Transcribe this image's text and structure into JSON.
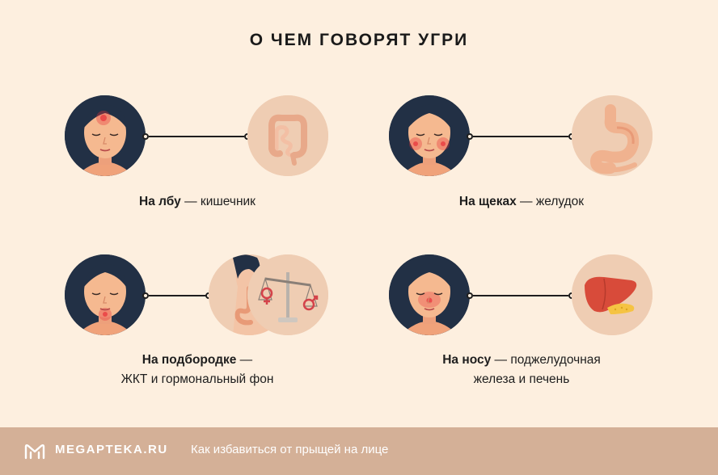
{
  "header": {
    "title": "О ЧЕМ ГОВОРЯТ УГРИ"
  },
  "items": [
    {
      "bold": "На лбу",
      "rest": " — кишечник",
      "line2": ""
    },
    {
      "bold": "На щеках",
      "rest": " — желудок",
      "line2": ""
    },
    {
      "bold": "На подбородке",
      "rest": " —",
      "line2": "ЖКТ и гормональный фон"
    },
    {
      "bold": "На носу",
      "rest": " — поджелудочная",
      "line2": "железа и печень"
    }
  ],
  "footer": {
    "logo": "MEGAPTEKA.RU",
    "link": "Как избавиться от прыщей на лице"
  },
  "colors": {
    "background": "#fdefdf",
    "footer": "#d4b097",
    "hair": "#223045",
    "skin": "#f5b990",
    "inflammation": "#e8303a"
  }
}
